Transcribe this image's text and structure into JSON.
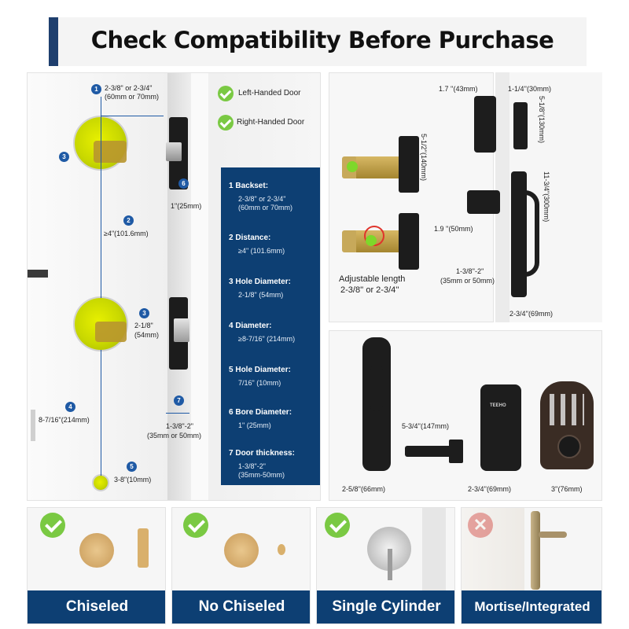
{
  "header": {
    "title": "Check Compatibility Before Purchase"
  },
  "door_diagram": {
    "handing": [
      {
        "label": "Left-Handed Door"
      },
      {
        "label": "Right-Handed Door"
      }
    ],
    "callouts": {
      "backset": {
        "num": "1",
        "text1": "2-3/8\" or 2-3/4\"",
        "text2": "(60mm or 70mm)"
      },
      "distance": {
        "num": "2",
        "text": "≥4\"(101.6mm)"
      },
      "hole_top": {
        "num": "3"
      },
      "hole_bottom": {
        "num": "3",
        "text1": "2-1/8\"",
        "text2": "(54mm)"
      },
      "diameter": {
        "num": "4",
        "text": "8-7/16\"(214mm)"
      },
      "small_hole": {
        "num": "5",
        "text": "3-8\"(10mm)"
      },
      "bore": {
        "num": "6",
        "text": "1\"(25mm)"
      },
      "thickness": {
        "num": "7",
        "text1": "1-3/8\"-2\"",
        "text2": "(35mm or 50mm)"
      }
    },
    "specs": [
      {
        "num": "1",
        "title": "Backset:",
        "value1": "2-3/8\" or 2-3/4\"",
        "value2": "(60mm or 70mm)"
      },
      {
        "num": "2",
        "title": "Distance:",
        "value1": "≥4\" (101.6mm)",
        "value2": ""
      },
      {
        "num": "3",
        "title": "Hole Diameter:",
        "value1": "2-1/8\" (54mm)",
        "value2": ""
      },
      {
        "num": "4",
        "title": "Diameter:",
        "value1": "≥8-7/16\" (214mm)",
        "value2": ""
      },
      {
        "num": "5",
        "title": "Hole Diameter:",
        "value1": "7/16\" (10mm)",
        "value2": ""
      },
      {
        "num": "6",
        "title": "Bore Diameter:",
        "value1": "1\" (25mm)",
        "value2": ""
      },
      {
        "num": "7",
        "title": "Door thickness:",
        "value1": "1-3/8\"-2\"",
        "value2": "(35mm-50mm)"
      }
    ]
  },
  "latch_panel": {
    "caption1": "Adjustable length",
    "caption2": "2-3/8'' or 2-3/4''"
  },
  "dimensions_panel": {
    "d1": "1.7 ''(43mm)",
    "d2": "1-1/4''(30mm)",
    "d3": "5-1/2''(140mm)",
    "d4": "5-1/8''(130mm)",
    "d5": "11-3/4''(300mm)",
    "d6": "1.9 ''(50mm)",
    "d7a": "1-3/8''-2''",
    "d7b": "(35mm or 50mm)",
    "d8": "2-3/4''(69mm)"
  },
  "products_panel": {
    "handleset_width": "2-5/8''(66mm)",
    "lever_length": "5-3/4''(147mm)",
    "smart_width": "2-3/4''(69mm)",
    "keypad_width": "3''(76mm)",
    "brand": "TEEHO"
  },
  "bottom_tiles": [
    {
      "label": "Chiseled",
      "status": "compatible"
    },
    {
      "label": "No Chiseled",
      "status": "compatible"
    },
    {
      "label": "Single Cylinder",
      "status": "compatible"
    },
    {
      "label": "Mortise/Integrated",
      "status": "incompatible"
    }
  ],
  "colors": {
    "brand_blue": "#0d3f73",
    "accent_blue": "#1f5aa5",
    "check_green": "#7ac943",
    "cross_red": "#d0312d",
    "hole_yellow": "#d4e000"
  }
}
